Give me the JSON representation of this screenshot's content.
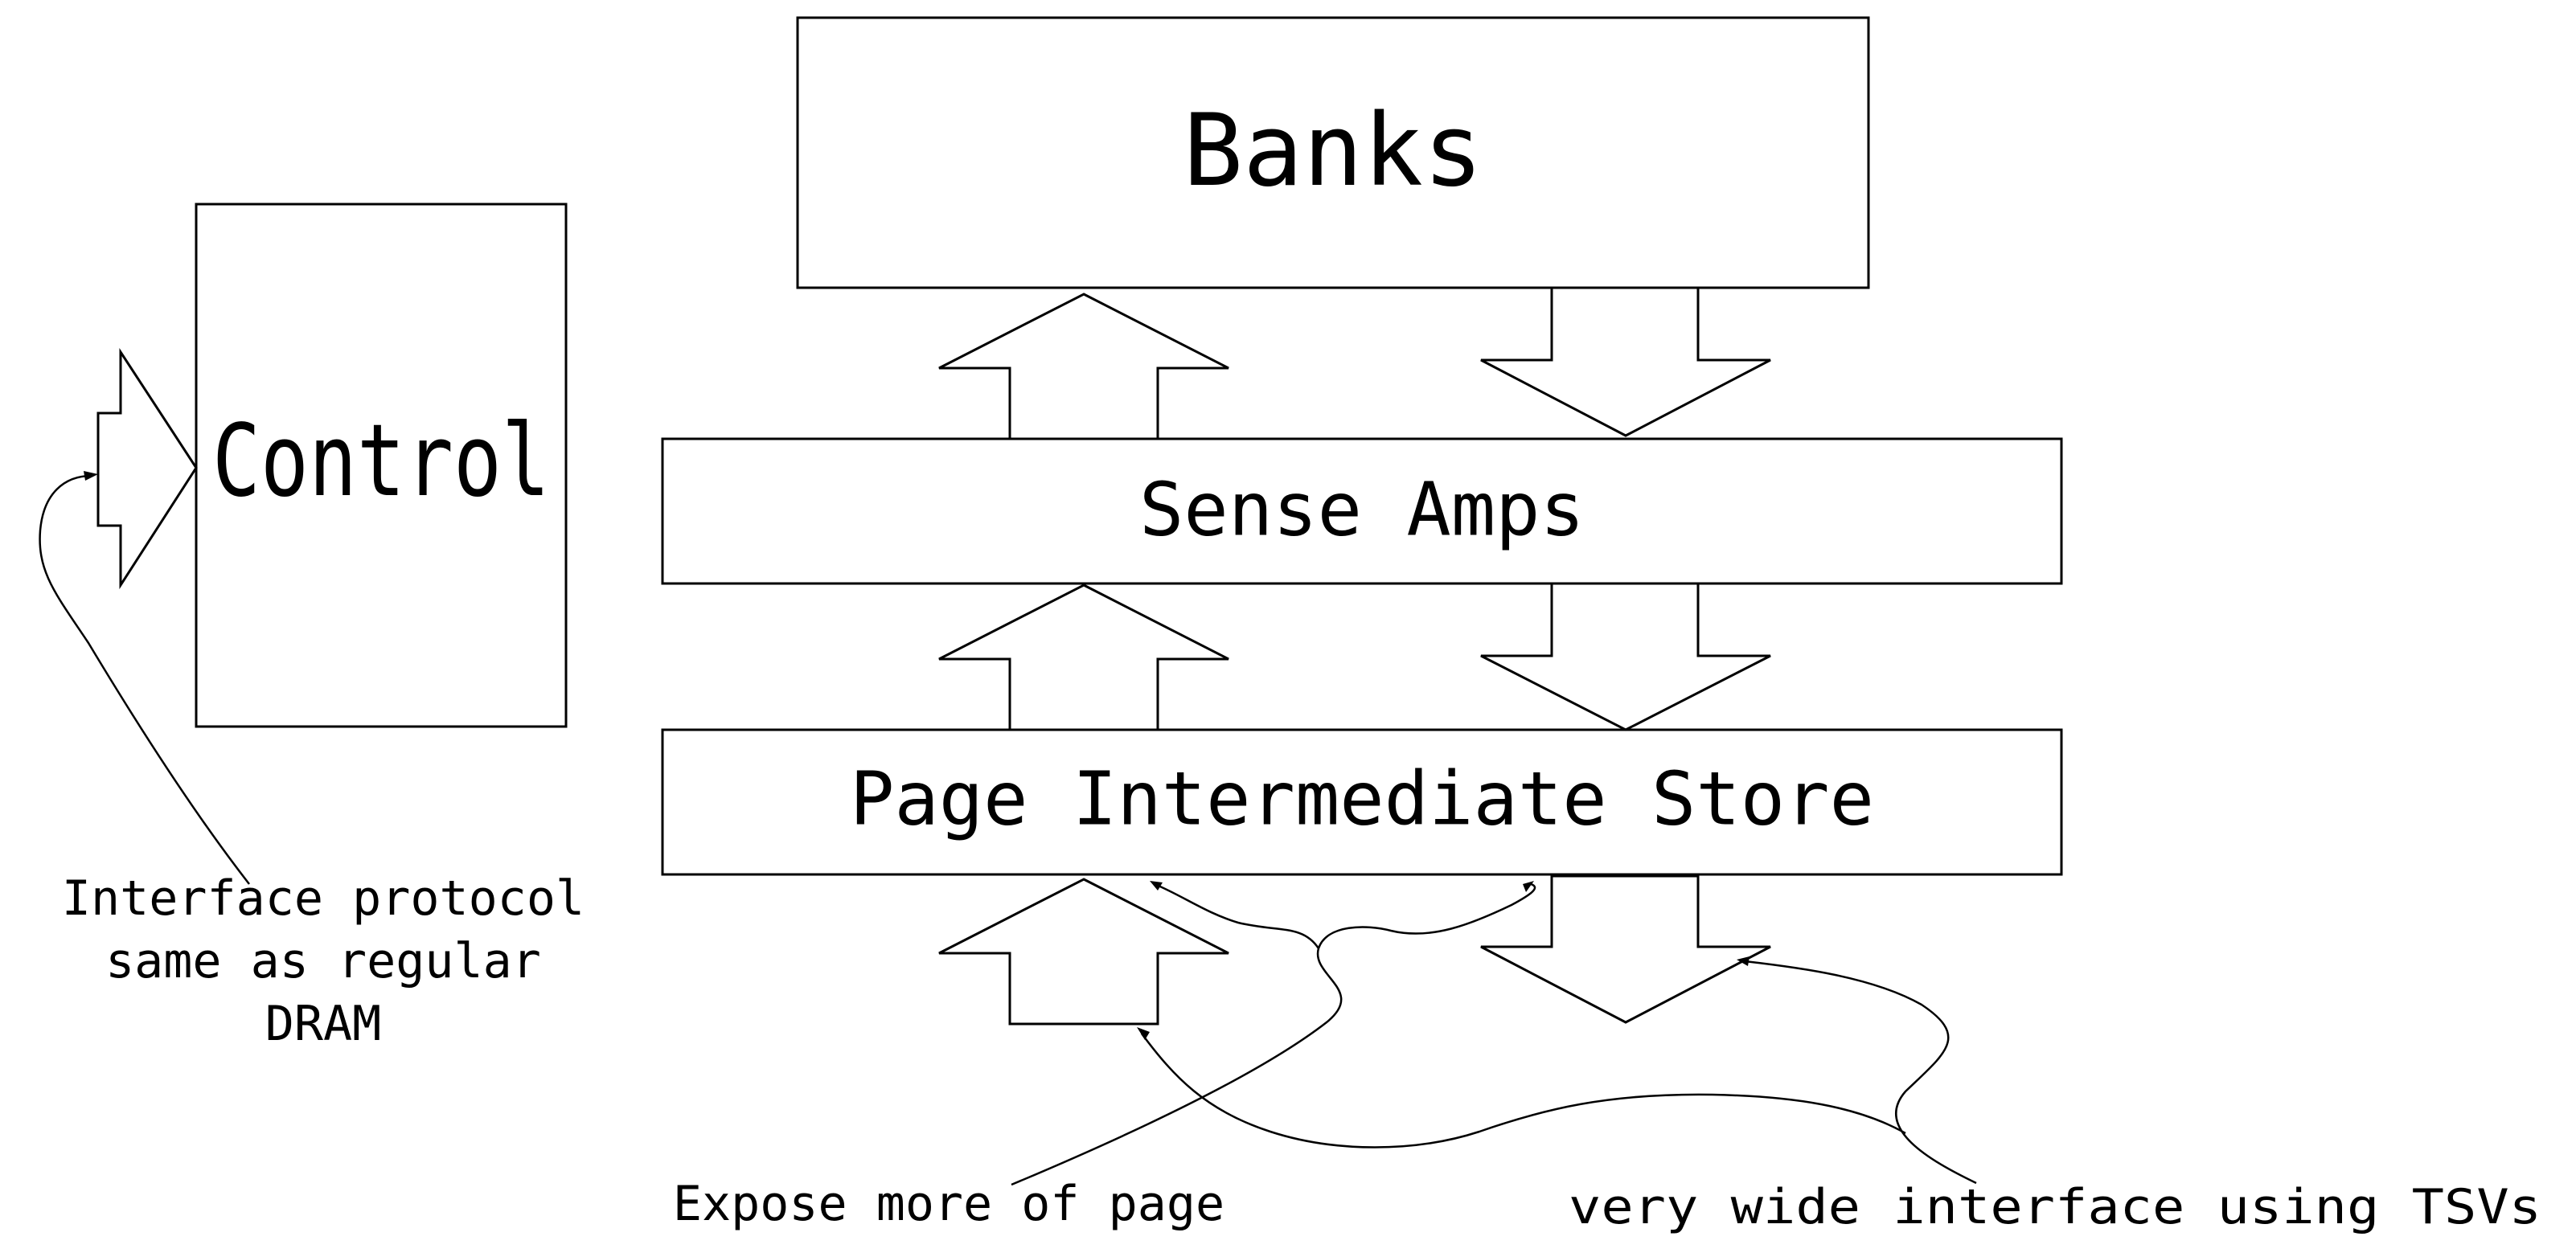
{
  "diagram": {
    "blocks": {
      "banks": "Banks",
      "control": "Control",
      "sense_amps": "Sense Amps",
      "page_store": "Page Intermediate Store"
    },
    "annotations": {
      "interface_protocol": [
        "Interface protocol",
        "same as regular",
        "DRAM"
      ],
      "expose_page": "Expose more of page",
      "wide_interface": "very wide interface using TSVs"
    }
  }
}
